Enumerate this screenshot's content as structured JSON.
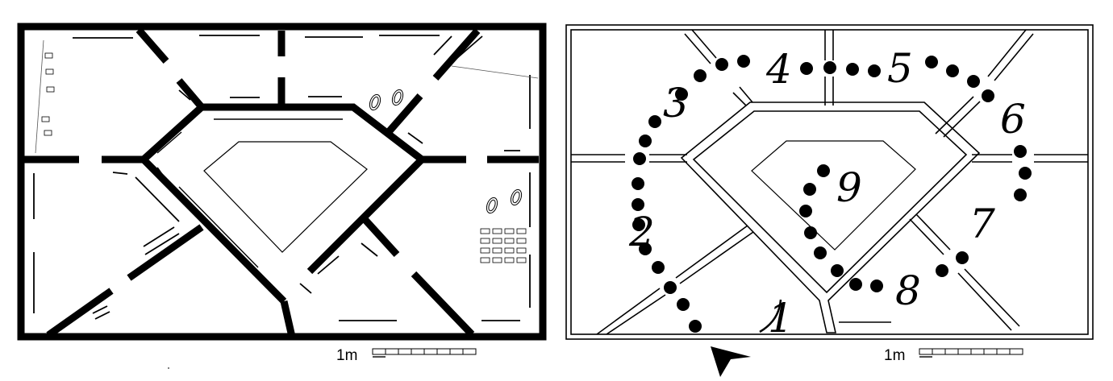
{
  "left_plan": {
    "scale_label": "1m"
  },
  "right_plan": {
    "scale_label": "1m",
    "room_numbers": [
      "1",
      "2",
      "3",
      "4",
      "5",
      "6",
      "7",
      "8",
      "9"
    ]
  },
  "colors": {
    "ink": "#000000",
    "paper": "#ffffff"
  },
  "icons": [
    "direction-arrow-icon",
    "seat-icon"
  ]
}
